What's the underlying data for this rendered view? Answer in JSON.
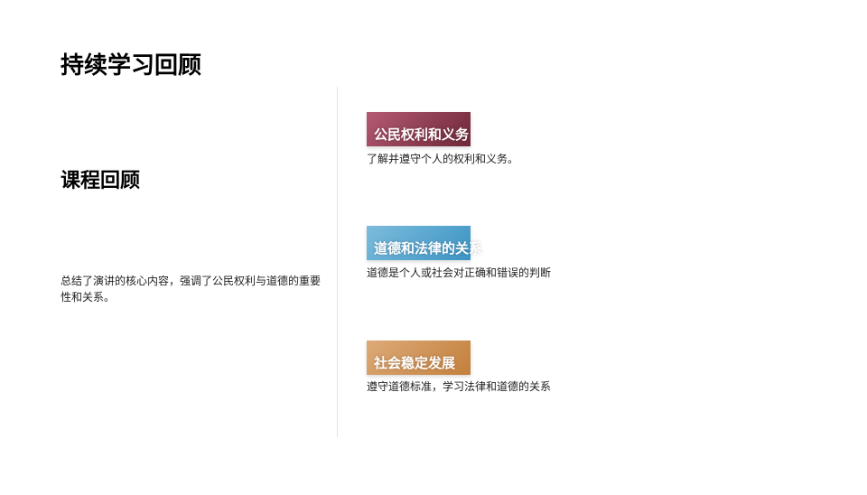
{
  "title": "持续学习回顾",
  "section": {
    "heading": "课程回顾",
    "summary": "总结了演讲的核心内容，强调了公民权利与道德的重要性和关系。"
  },
  "items": [
    {
      "label": "公民权利和义务",
      "desc": "了解并遵守个人的权利和义务。",
      "color_from": "#b45a72",
      "color_to": "#6e2838"
    },
    {
      "label": "道德和法律的关系",
      "desc": "道德是个人或社会对正确和错误的判断",
      "color_from": "#7cbcdc",
      "color_to": "#3c94c4"
    },
    {
      "label": "社会稳定发展",
      "desc": "遵守道德标准，学习法律和道德的关系",
      "color_from": "#dcaa78",
      "color_to": "#c4803c"
    }
  ]
}
